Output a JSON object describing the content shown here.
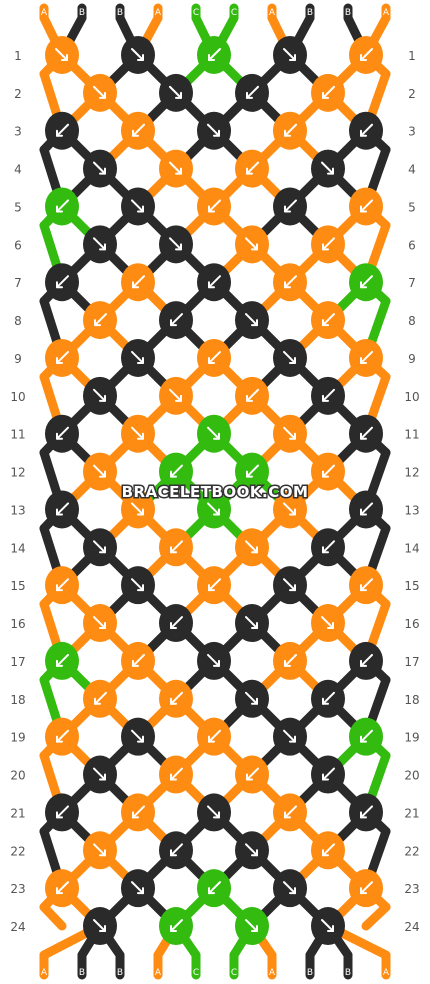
{
  "strand_labels": [
    "A",
    "B",
    "B",
    "A",
    "C",
    "C",
    "A",
    "B",
    "B",
    "A"
  ],
  "colors": {
    "A": "#ff8c12",
    "B": "#2a2a2a",
    "C": "#33bb10"
  },
  "watermark": "BRACELETBOOK.COM",
  "row_numbers": [
    "1",
    "2",
    "3",
    "4",
    "5",
    "6",
    "7",
    "8",
    "9",
    "10",
    "11",
    "12",
    "13",
    "14",
    "15",
    "16",
    "17",
    "18",
    "19",
    "20",
    "21",
    "22",
    "23",
    "24"
  ],
  "knots": [
    [
      "f:A",
      "f:B",
      "b:C",
      "f:B",
      "b:A"
    ],
    [
      "f:A",
      "f:B",
      "b:B",
      "b:A"
    ],
    [
      "b:B",
      "b:A",
      "f:B",
      "b:A",
      "b:B"
    ],
    [
      "f:B",
      "f:A",
      "b:A",
      "f:B"
    ],
    [
      "b:C",
      "f:B",
      "b:A",
      "b:B",
      "b:A"
    ],
    [
      "f:B",
      "f:B",
      "f:A",
      "b:A"
    ],
    [
      "b:B",
      "b:A",
      "b:B",
      "b:A",
      "b:C"
    ],
    [
      "b:A",
      "b:B",
      "f:B",
      "b:A"
    ],
    [
      "b:A",
      "f:B",
      "b:A",
      "f:B",
      "b:A"
    ],
    [
      "f:B",
      "f:A",
      "b:A",
      "b:B"
    ],
    [
      "b:B",
      "f:A",
      "f:C",
      "f:A",
      "b:B"
    ],
    [
      "f:A",
      "b:C",
      "b:C",
      "b:A"
    ],
    [
      "b:B",
      "f:A",
      "f:C",
      "f:A",
      "b:B"
    ],
    [
      "f:B",
      "b:A",
      "f:A",
      "b:B"
    ],
    [
      "b:A",
      "f:B",
      "b:A",
      "f:B",
      "b:A"
    ],
    [
      "f:A",
      "b:B",
      "f:B",
      "f:A"
    ],
    [
      "b:C",
      "b:A",
      "f:B",
      "b:A",
      "b:B"
    ],
    [
      "b:A",
      "b:A",
      "f:B",
      "b:B"
    ],
    [
      "b:A",
      "f:B",
      "b:A",
      "f:B",
      "b:C"
    ],
    [
      "f:B",
      "b:A",
      "b:A",
      "b:B"
    ],
    [
      "b:B",
      "b:A",
      "f:B",
      "b:A",
      "b:B"
    ],
    [
      "f:A",
      "b:B",
      "f:B",
      "b:A"
    ],
    [
      "b:A",
      "f:B",
      "b:C",
      "f:B",
      "b:A"
    ],
    [
      "f:B",
      "b:C",
      "f:C",
      "f:B"
    ]
  ]
}
